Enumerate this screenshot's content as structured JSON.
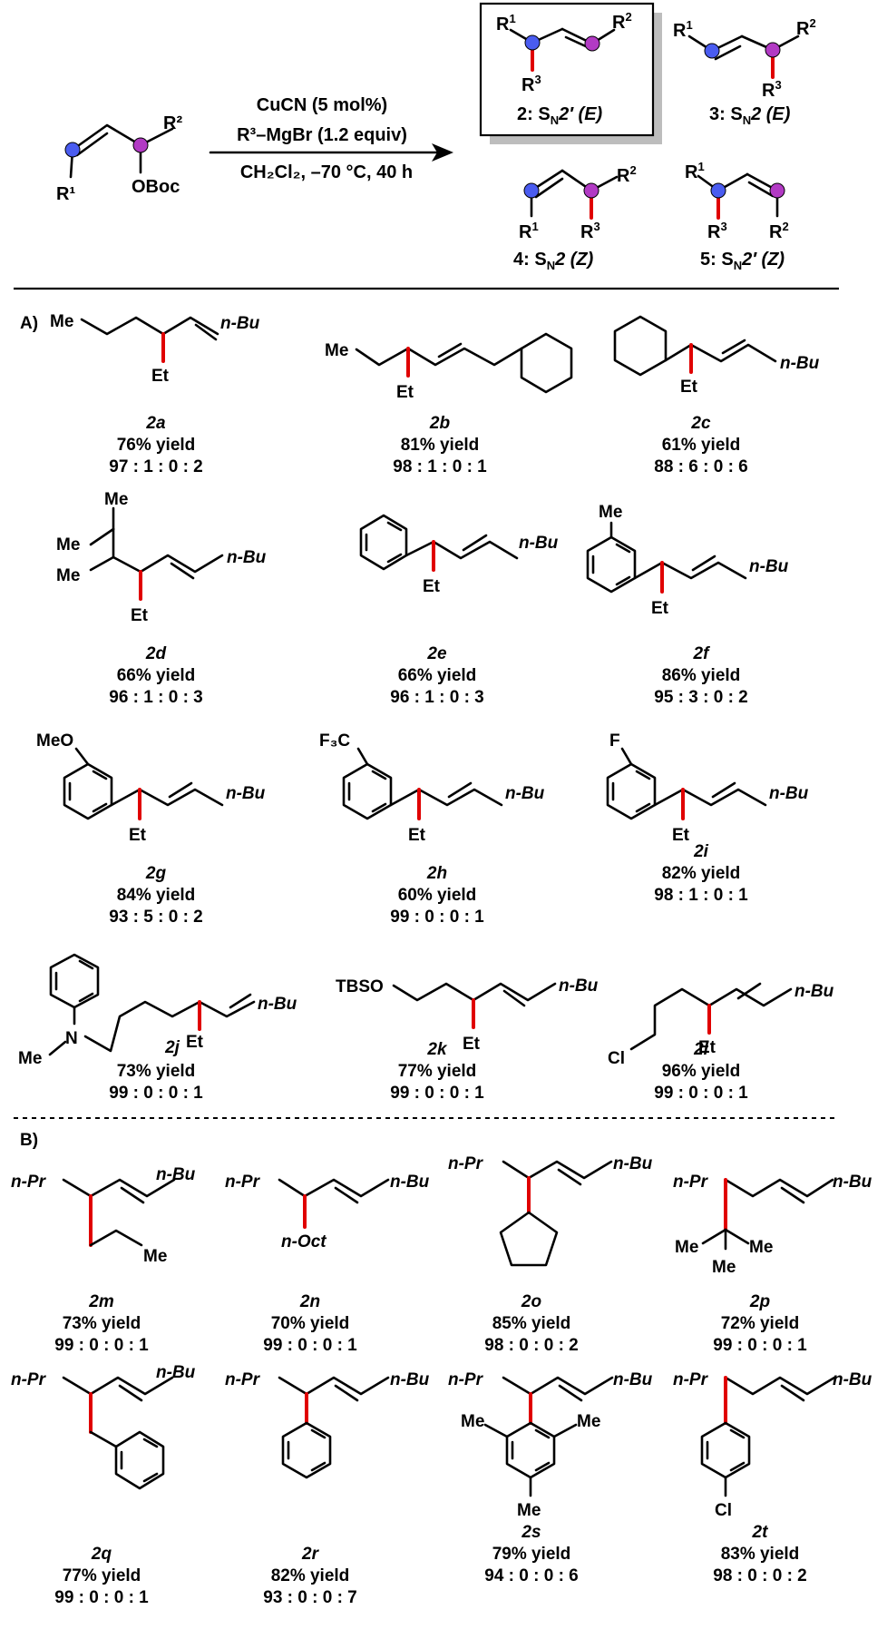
{
  "scheme": {
    "reagents": {
      "catalyst": "CuCN (5 mol%)",
      "grignard": "R³–MgBr (1.2 equiv)",
      "conditions": "CH₂Cl₂, –70 °C, 40 h"
    },
    "substrate": {
      "r1": "R¹",
      "r2": "R²",
      "leaving_group": "OBoc"
    },
    "products": [
      {
        "id": "2",
        "label": "2: Sₙ",
        "mode": "S_N2′ (E)",
        "boxed": true
      },
      {
        "id": "3",
        "label": "3: Sₙ",
        "mode": "S_N2 (E)"
      },
      {
        "id": "4",
        "label": "4: Sₙ",
        "mode": "S_N2 (Z)"
      },
      {
        "id": "5",
        "label": "5: Sₙ",
        "mode": "S_N2′ (Z)"
      }
    ],
    "product_labels": {
      "p2": {
        "num": "2: S",
        "sub": "N",
        "tail": "2′ (E)"
      },
      "p3": {
        "num": "3: S",
        "sub": "N",
        "tail": "2 (E)"
      },
      "p4": {
        "num": "4: S",
        "sub": "N",
        "tail": "2 (Z)"
      },
      "p5": {
        "num": "5: S",
        "sub": "N",
        "tail": "2′ (Z)"
      }
    },
    "atom_colors": {
      "alpha": "#4a5cf0",
      "gamma": "#b23ac4",
      "new_bond": "#e00000"
    }
  },
  "sections": {
    "A": "A)",
    "B": "B)"
  },
  "compounds": [
    {
      "id": "2a",
      "yield": "76% yield",
      "ratio": "97 : 1 : 0 : 2"
    },
    {
      "id": "2b",
      "yield": "81% yield",
      "ratio": "98 : 1 : 0 : 1"
    },
    {
      "id": "2c",
      "yield": "61% yield",
      "ratio": "88 : 6 : 0 : 6"
    },
    {
      "id": "2d",
      "yield": "66% yield",
      "ratio": "96 : 1 : 0 : 3"
    },
    {
      "id": "2e",
      "yield": "66% yield",
      "ratio": "96 : 1 : 0 : 3"
    },
    {
      "id": "2f",
      "yield": "86% yield",
      "ratio": "95 : 3 : 0 : 2"
    },
    {
      "id": "2g",
      "yield": "84% yield",
      "ratio": "93 : 5 : 0 : 2"
    },
    {
      "id": "2h",
      "yield": "60% yield",
      "ratio": "99 : 0 : 0 : 1"
    },
    {
      "id": "2i",
      "yield": "82% yield",
      "ratio": "98 : 1 : 0 : 1"
    },
    {
      "id": "2j",
      "yield": "73% yield",
      "ratio": "99 : 0 : 0 : 1"
    },
    {
      "id": "2k",
      "yield": "77% yield",
      "ratio": "99 : 0 : 0 : 1"
    },
    {
      "id": "2l",
      "yield": "96% yield",
      "ratio": "99 : 0 : 0 : 1"
    },
    {
      "id": "2m",
      "yield": "73% yield",
      "ratio": "99 : 0 : 0 : 1"
    },
    {
      "id": "2n",
      "yield": "70% yield",
      "ratio": "99 : 0 : 0 : 1"
    },
    {
      "id": "2o",
      "yield": "85% yield",
      "ratio": "98 : 0 : 0 : 2"
    },
    {
      "id": "2p",
      "yield": "72% yield",
      "ratio": "99 : 0 : 0 : 1"
    },
    {
      "id": "2q",
      "yield": "77% yield",
      "ratio": "99 : 0 : 0 : 1"
    },
    {
      "id": "2r",
      "yield": "82% yield",
      "ratio": "93 : 0 : 0 : 7"
    },
    {
      "id": "2s",
      "yield": "79% yield",
      "ratio": "94 : 0 : 0 : 6"
    },
    {
      "id": "2t",
      "yield": "83% yield",
      "ratio": "98 : 0 : 0 : 2"
    }
  ],
  "atom_labels": {
    "me": "Me",
    "et": "Et",
    "nbu": "n-Bu",
    "npr": "n-Pr",
    "noct": "n-Oct",
    "meo": "MeO",
    "f3c": "F₃C",
    "f": "F",
    "n": "N",
    "tbso": "TBSO",
    "cl": "Cl"
  }
}
